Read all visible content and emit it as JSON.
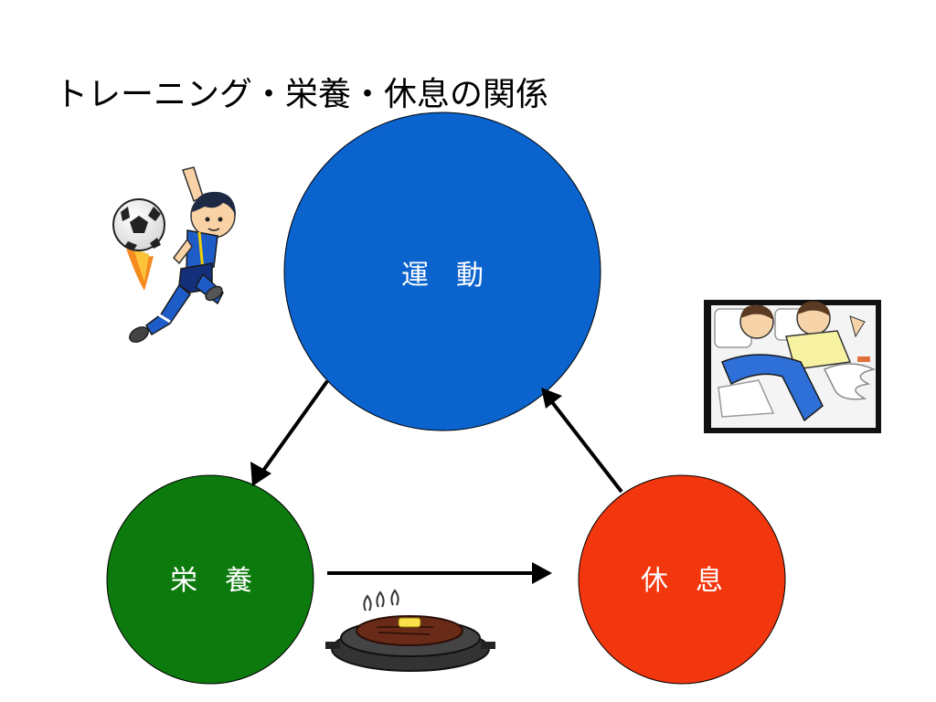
{
  "slide": {
    "title": "トレーニング・栄養・休息の関係"
  },
  "nodes": {
    "exercise": {
      "label": "運　動",
      "color": "#0B63CE"
    },
    "nutrition": {
      "label": "栄　養",
      "color": "#0C7A0C"
    },
    "rest": {
      "label": "休　息",
      "color": "#F2360E"
    }
  },
  "edges": [
    {
      "from": "exercise",
      "to": "nutrition"
    },
    {
      "from": "nutrition",
      "to": "rest"
    },
    {
      "from": "rest",
      "to": "exercise"
    }
  ],
  "illustrations": [
    {
      "name": "soccer-player-illustration"
    },
    {
      "name": "sleeping-illustration"
    },
    {
      "name": "steak-illustration"
    }
  ]
}
